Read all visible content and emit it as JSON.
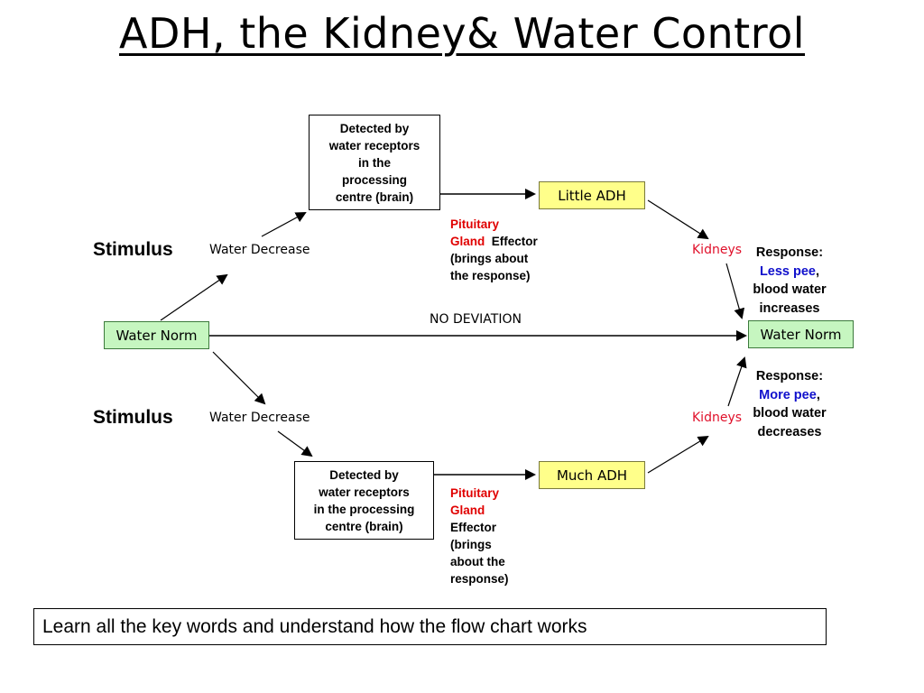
{
  "title": "ADH, the Kidney& Water Control",
  "water_norm_left": "Water Norm",
  "water_norm_right": "Water Norm",
  "no_deviation": "NO DEVIATION",
  "upper": {
    "stimulus": "Stimulus",
    "water_change": "Water Decrease",
    "detected": [
      "Detected by",
      "water receptors",
      "in the",
      "processing",
      "centre (brain)"
    ],
    "adh_box": "Little ADH",
    "pituitary": "Pituitary",
    "gland": "Gland",
    "effector_lines": [
      "Effector",
      "(brings about",
      "the response)"
    ],
    "kidneys": "Kidneys",
    "response": {
      "label": "Response:",
      "highlight": "Less pee",
      "comma": ",",
      "line3": "blood water",
      "line4": "increases"
    }
  },
  "lower": {
    "stimulus": "Stimulus",
    "water_change": "Water Decrease",
    "detected": [
      "Detected by",
      "water receptors",
      "in the processing",
      "centre (brain)"
    ],
    "adh_box": "Much ADH",
    "pituitary": "Pituitary",
    "gland": "Gland",
    "effector_lines": [
      "Effector",
      "(brings",
      "about the",
      "response)"
    ],
    "kidneys": "Kidneys",
    "response": {
      "label": "Response:",
      "highlight": "More pee",
      "comma": ",",
      "line3": "blood water",
      "line4": "decreases"
    }
  },
  "footer": "Learn all the key words and understand how the flow chart works"
}
